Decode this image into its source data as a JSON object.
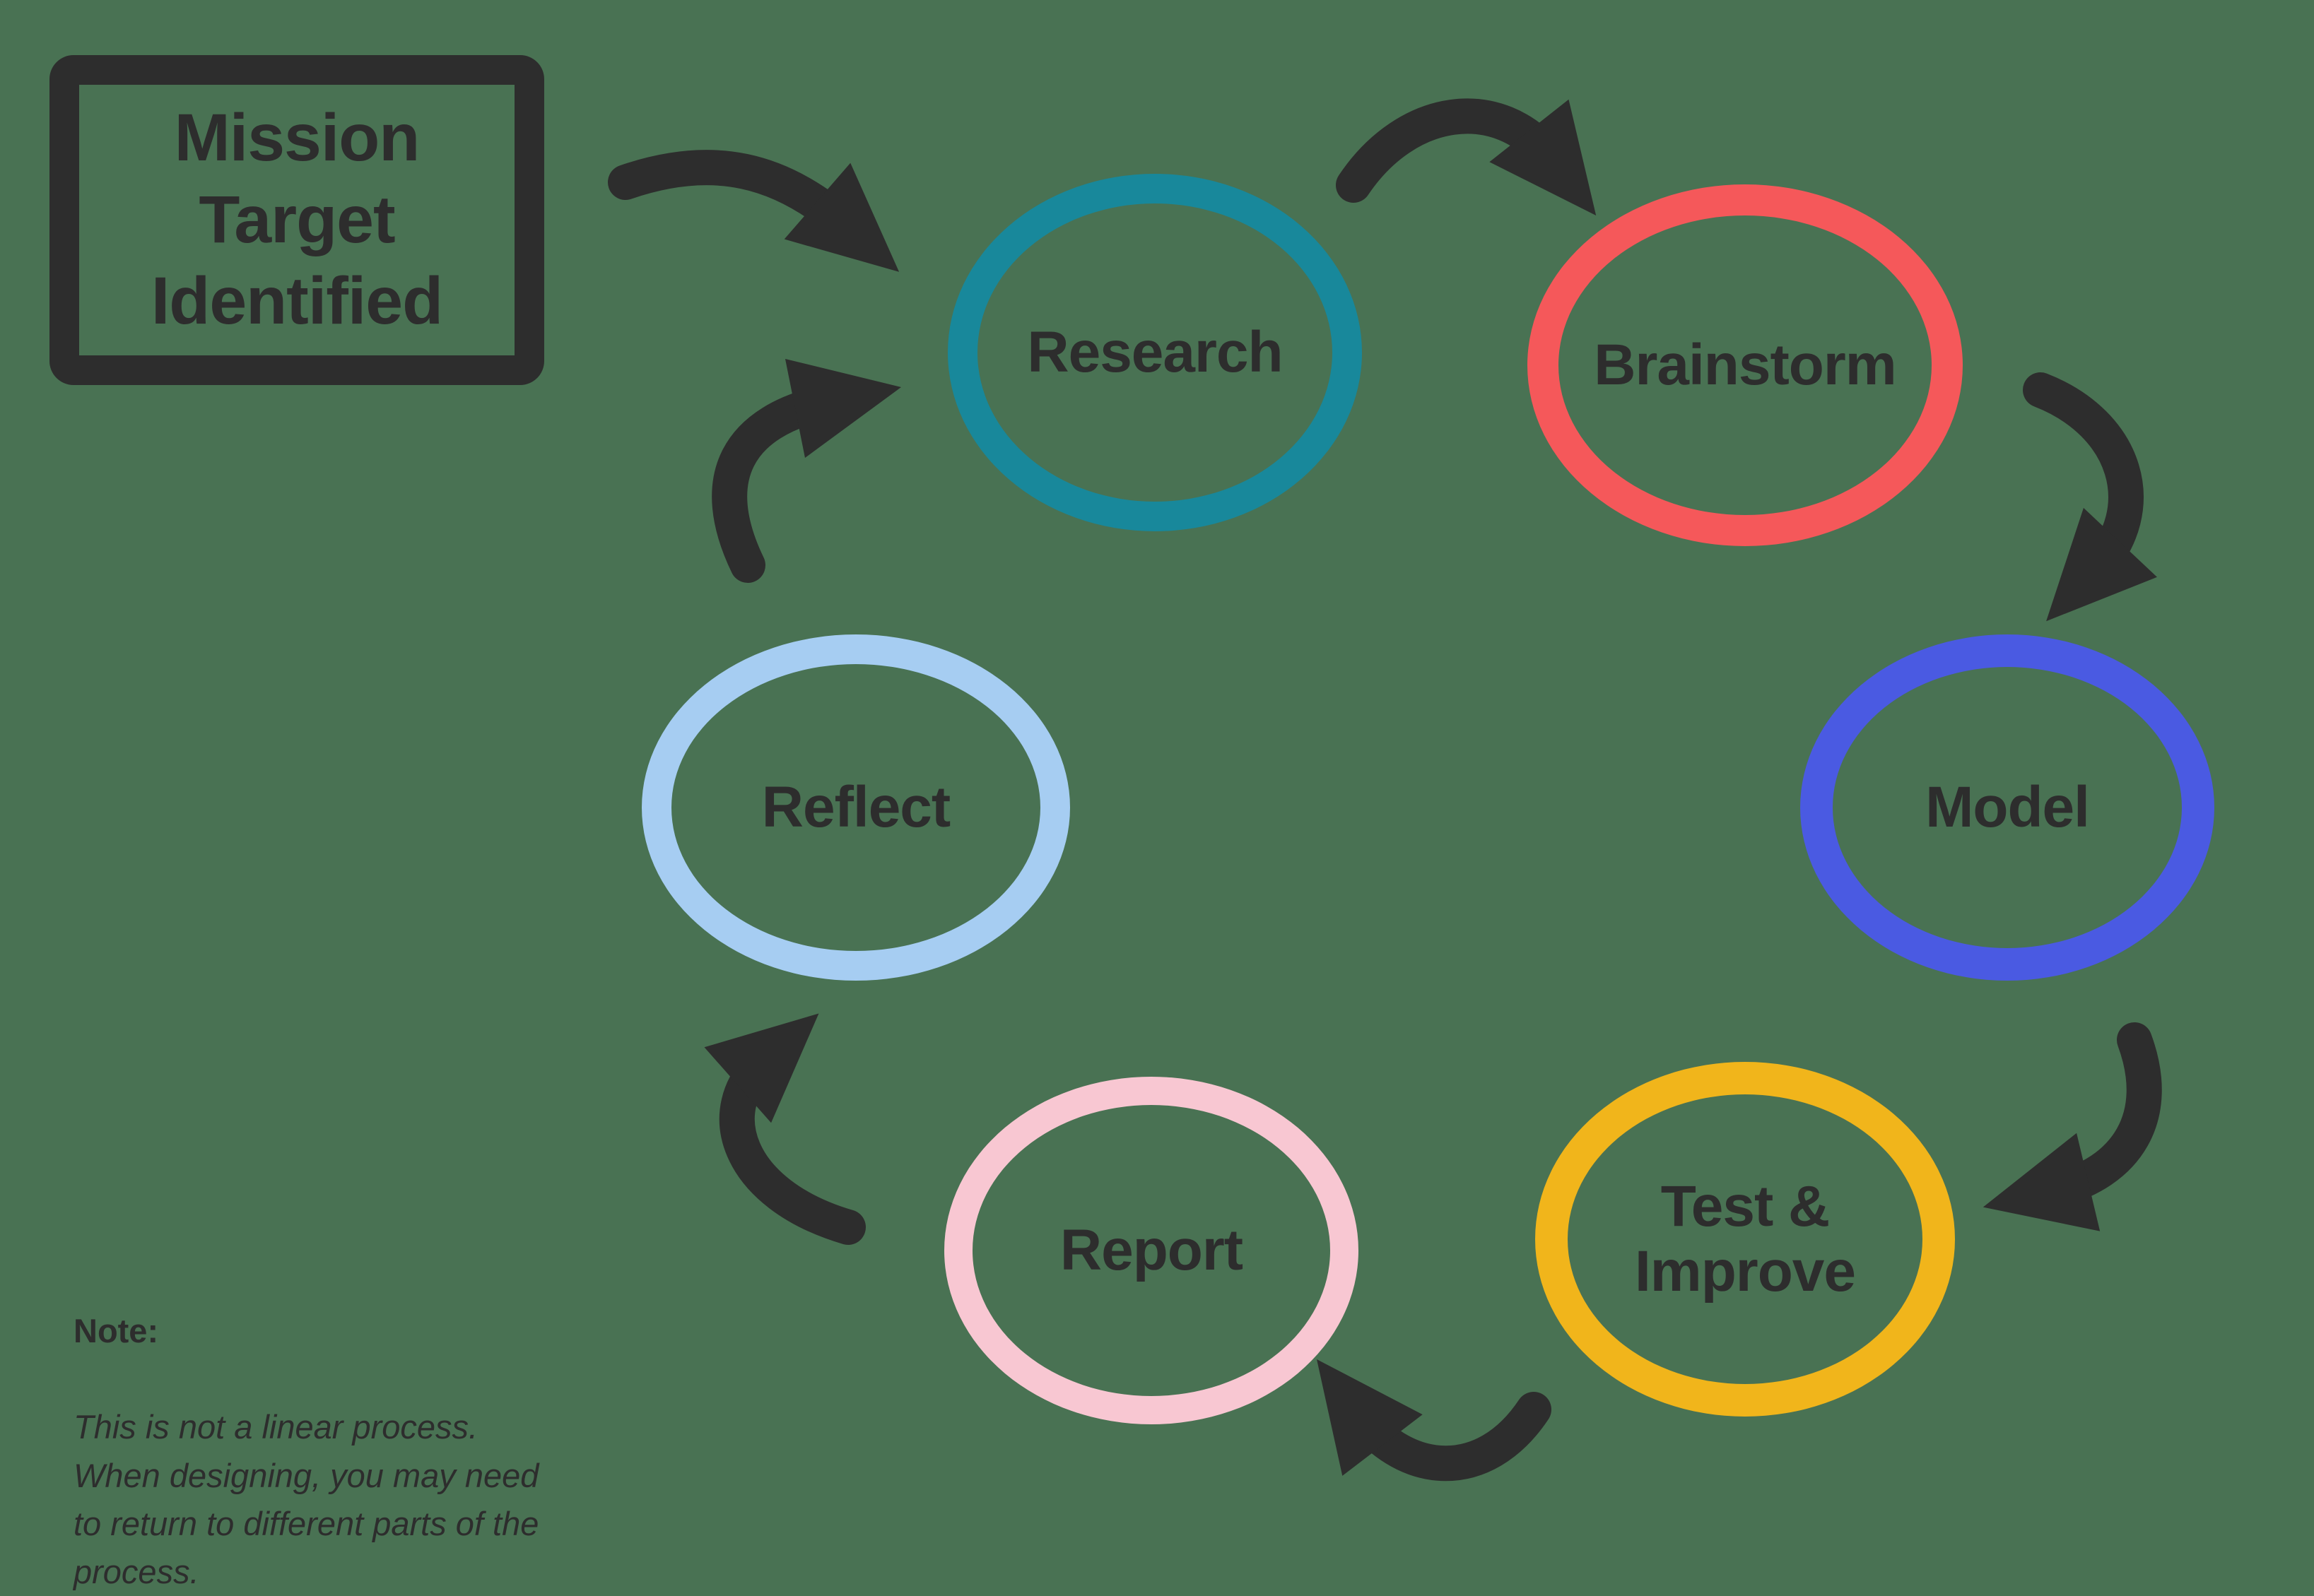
{
  "colors": {
    "background": "#497253",
    "ink": "#2d2d2d"
  },
  "start_box": {
    "label": "Mission\nTarget\nIdentified"
  },
  "steps": [
    {
      "id": "research",
      "label": "Research",
      "color": "#18889b"
    },
    {
      "id": "brainstorm",
      "label": "Brainstorm",
      "color": "#f5585a"
    },
    {
      "id": "model",
      "label": "Model",
      "color": "#4a5ae2"
    },
    {
      "id": "test-improve",
      "label": "Test &\nImprove",
      "color": "#f1b51b"
    },
    {
      "id": "report",
      "label": "Report",
      "color": "#f8c7d2"
    },
    {
      "id": "reflect",
      "label": "Reflect",
      "color": "#a6cdf2"
    }
  ],
  "note": {
    "label": "Note:",
    "text": "This is not a linear process.\nWhen designing, you may need\nto return to different parts of the\nprocess."
  }
}
